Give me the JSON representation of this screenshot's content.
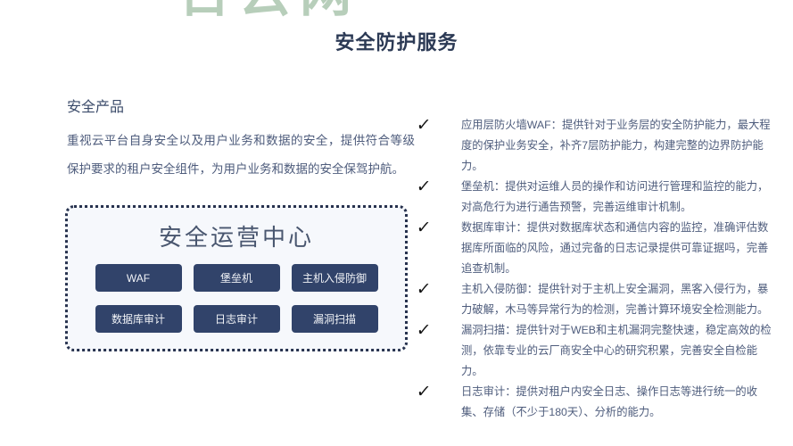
{
  "watermark": {
    "text": "百云网"
  },
  "header": {
    "title": "安全防护服务"
  },
  "left": {
    "heading": "安全产品",
    "paragraph": "重视云平台自身安全以及用户业务和数据的安全，提供符合等级保护要求的租户安全组件，为用户业务和数据的安全保驾护航。"
  },
  "soc": {
    "title": "安全运营中心",
    "items": [
      "WAF",
      "堡垒机",
      "主机入侵防御",
      "数据库审计",
      "日志审计",
      "漏洞扫描"
    ]
  },
  "check_glyph": "✓",
  "features": [
    {
      "text": "应用层防火墙WAF：提供针对于业务层的安全防护能力，最大程度的保护业务安全，补齐7层防护能力，构建完整的边界防护能力。"
    },
    {
      "text": "堡垒机：提供对运维人员的操作和访问进行管理和监控的能力，对高危行为进行通告预警，完善运维审计机制。"
    },
    {
      "text": "数据库审计：提供对数据库状态和通信内容的监控，准确评估数据库所面临的风险，通过完备的日志记录提供可靠证据吗，完善追查机制。"
    },
    {
      "text": "主机入侵防御：提供针对于主机上安全漏洞，黑客入侵行为，暴力破解，木马等异常行为的检测，完善计算环境安全检测能力。"
    },
    {
      "text": "漏洞扫描：提供针对于WEB和主机漏洞完整快速，稳定高效的检测，依靠专业的云厂商安全中心的研究积累，完善安全自检能力。"
    },
    {
      "text": "日志审计：提供对租户内安全日志、操作日志等进行统一的收集、存储（不少于180天）、分析的能力。"
    }
  ],
  "colors": {
    "page_background": "#ffffff",
    "title_text": "#2c3a55",
    "body_text": "#4e5c7c",
    "heading_text": "#3b4b6a",
    "chip_background": "#31436a",
    "chip_text": "#f2f4f8",
    "dashed_border": "#27324e",
    "box_background": "#f6f8fc",
    "watermark_green": "#b7ceba",
    "check_black": "#121212"
  }
}
